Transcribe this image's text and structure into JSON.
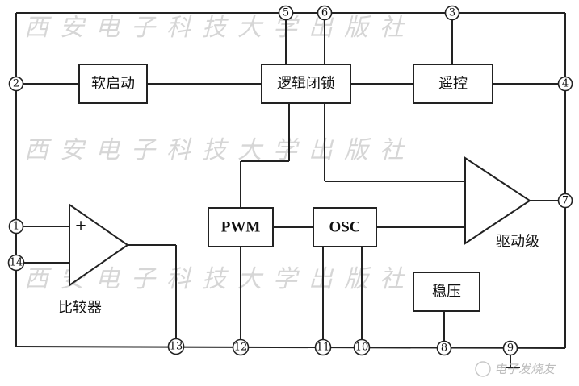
{
  "blocks": {
    "soft_start": "软启动",
    "logic_latch": "逻辑闭锁",
    "remote": "遥控",
    "pwm": "PWM",
    "osc": "OSC",
    "regulator": "稳压"
  },
  "labels": {
    "comparator": "比较器",
    "driver": "驱动级",
    "plus": "+"
  },
  "pins": {
    "p1": "1",
    "p2": "2",
    "p3": "3",
    "p4": "4",
    "p5": "5",
    "p6": "6",
    "p7": "7",
    "p8": "8",
    "p9": "9",
    "p10": "10",
    "p11": "11",
    "p12": "12",
    "p13": "13",
    "p14": "14"
  },
  "watermark": "西安电子科技大学出版社",
  "logo": "电子发烧友"
}
